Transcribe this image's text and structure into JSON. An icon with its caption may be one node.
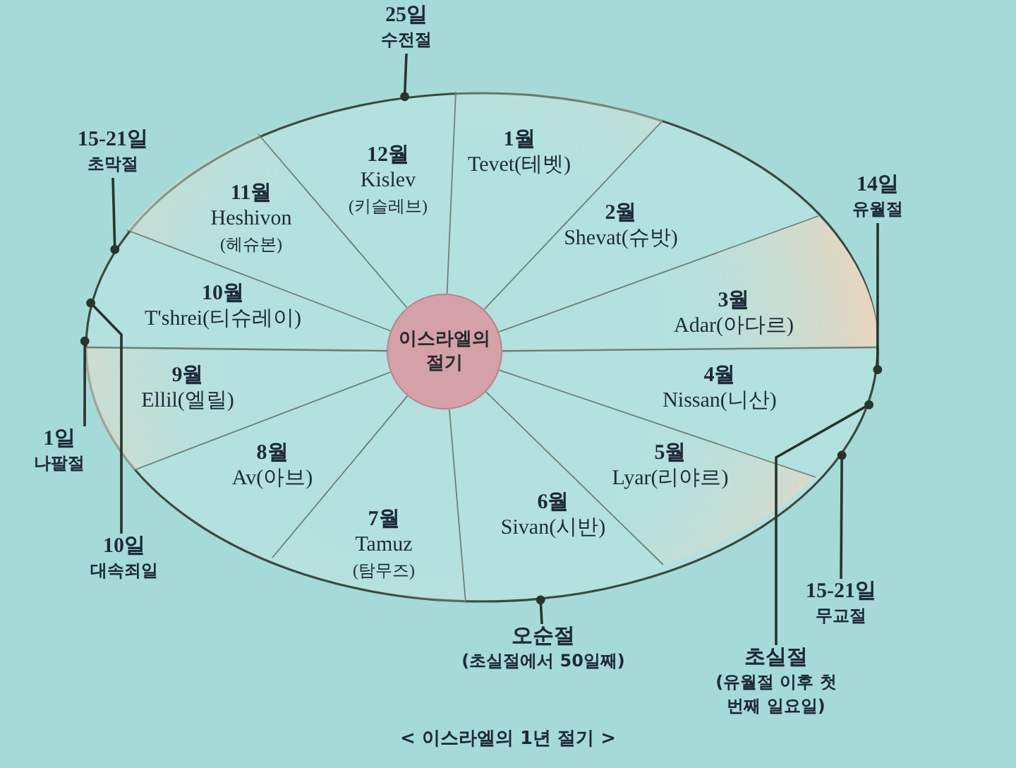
{
  "diagram": {
    "caption": "< 이스라엘의 1년 절기 >",
    "nodes": [
      {
        "text": [],
        "shape": "circle"
      },
      {
        "text": [
          "이스라엘의 절기"
        ],
        "in": 0
      },
      {
        "text": [
          "12월",
          "Kislev",
          "(키슬레브)"
        ],
        "in": 0
      },
      {
        "text": [
          "1월",
          "Tevet(테벳)"
        ],
        "in": 0
      },
      {
        "text": [
          "11월",
          "Heshivon",
          "(헤슈본)"
        ],
        "in": 0
      },
      {
        "text": [
          "2월",
          "Shevat(슈밧)"
        ],
        "in": 0
      },
      {
        "text": [
          "10월",
          "T'shrei(티슈레이)"
        ],
        "in": 0
      },
      {
        "text": [
          "3월",
          "Adar(아다르)"
        ],
        "in": 0
      },
      {
        "text": [
          "9월",
          "Ellil(엘릴)"
        ],
        "in": 0
      },
      {
        "text": [
          "4월",
          "Nissan(니산)"
        ],
        "in": 0
      },
      {
        "text": [
          "8월",
          "Av(아브)"
        ],
        "in": 0
      },
      {
        "text": [
          "5월",
          "Lyar(리야르)"
        ],
        "in": 0
      },
      {
        "text": [
          "7월",
          "Tamuz",
          "(탐무즈)"
        ],
        "in": 0
      },
      {
        "text": [
          "6월",
          "Sivan(시반)"
        ],
        "in": 0
      },
      {
        "text": [
          "25일",
          "수전절"
        ]
      },
      {
        "text": [
          "15-21일",
          "초막절"
        ]
      },
      {
        "text": [
          "14일",
          "유월절"
        ]
      },
      {
        "text": [
          "1일",
          "나팔절"
        ]
      },
      {
        "text": [
          "10일",
          "대속죄일"
        ]
      },
      {
        "text": [
          "15-21일",
          "무교절"
        ]
      },
      {
        "text": [
          "오순절",
          "(초실절에서 50일째)"
        ]
      },
      {
        "text": [
          "초실절",
          "(유월절 이후 첫 번째 일요일)"
        ]
      }
    ],
    "edges": [
      {
        "from": 14,
        "to": 0,
        "arrow": "other"
      },
      {
        "from": 15,
        "to": 0,
        "arrow": "other"
      },
      {
        "from": 16,
        "to": 0,
        "arrow": "other"
      },
      {
        "from": 17,
        "to": 0,
        "arrow": "other"
      },
      {
        "from": 18,
        "to": 0,
        "arrow": "other"
      },
      {
        "from": 19,
        "to": 0,
        "arrow": "other"
      },
      {
        "from": 20,
        "to": 0,
        "arrow": "other"
      },
      {
        "from": 21,
        "to": 0,
        "arrow": "other"
      }
    ]
  }
}
